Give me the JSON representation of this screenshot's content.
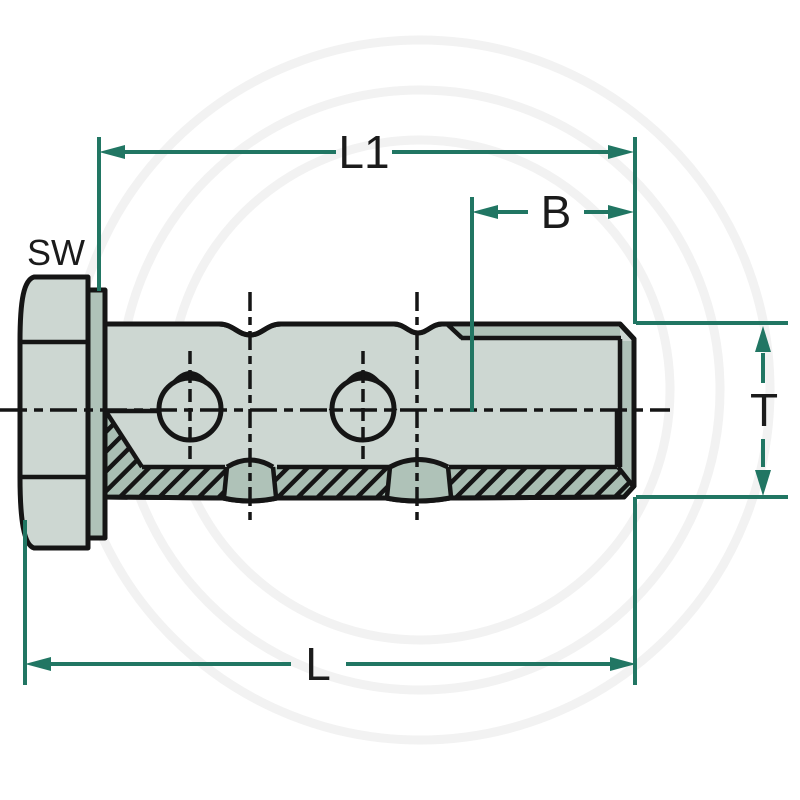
{
  "drawing": {
    "type": "technical-drawing",
    "subject": "double banjo bolt, half-section side view with dimension callouts"
  },
  "labels": {
    "l1": "L1",
    "b": "B",
    "sw": "SW",
    "t": "T",
    "l": "L"
  },
  "colors": {
    "dimension_teal": "#217663",
    "outline_black": "#151515",
    "body_fill": "#cdd7d2",
    "shaded_fill": "#afc2b8",
    "hatch_fill": "#a9beb3",
    "background": "#ffffff",
    "watermark": "#f2f2f2"
  }
}
